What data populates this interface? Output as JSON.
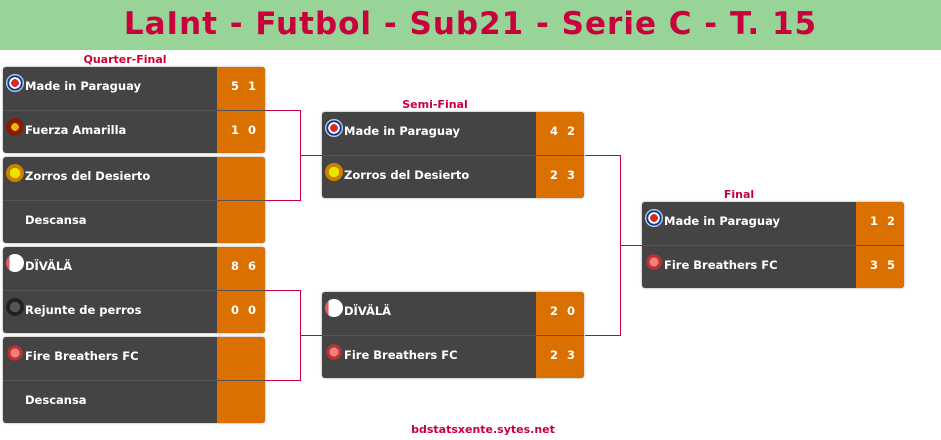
{
  "title": "LaInt - Futbol - Sub21 - Serie C - T. 15",
  "rounds": {
    "qf": "Quarter-Final",
    "sf": "Semi-Final",
    "final": "Final"
  },
  "footer": "bdstatsxente.sytes.net",
  "colors": {
    "accent": "#c8003c",
    "score_bg": "#d97000",
    "box_bg": "#444444",
    "header_bg": "#98d498"
  },
  "qf": [
    {
      "a": {
        "name": "Made in Paraguay",
        "s1": "5",
        "s2": "1"
      },
      "b": {
        "name": "Fuerza Amarilla",
        "s1": "1",
        "s2": "0"
      }
    },
    {
      "a": {
        "name": "Zorros del Desierto",
        "s1": "",
        "s2": ""
      },
      "b": {
        "name": "Descansa",
        "s1": "",
        "s2": ""
      }
    },
    {
      "a": {
        "name": "DÏVÄLÄ",
        "s1": "8",
        "s2": "6"
      },
      "b": {
        "name": "Rejunte de perros",
        "s1": "0",
        "s2": "0"
      }
    },
    {
      "a": {
        "name": "Fire Breathers FC",
        "s1": "",
        "s2": ""
      },
      "b": {
        "name": "Descansa",
        "s1": "",
        "s2": ""
      }
    }
  ],
  "sf": [
    {
      "a": {
        "name": "Made in Paraguay",
        "s1": "4",
        "s2": "2"
      },
      "b": {
        "name": "Zorros del Desierto",
        "s1": "2",
        "s2": "3"
      }
    },
    {
      "a": {
        "name": "DÏVÄLÄ",
        "s1": "2",
        "s2": "0"
      },
      "b": {
        "name": "Fire Breathers FC",
        "s1": "2",
        "s2": "3"
      }
    }
  ],
  "final": [
    {
      "a": {
        "name": "Made in Paraguay",
        "s1": "1",
        "s2": "2"
      },
      "b": {
        "name": "Fire Breathers FC",
        "s1": "3",
        "s2": "5"
      }
    }
  ]
}
